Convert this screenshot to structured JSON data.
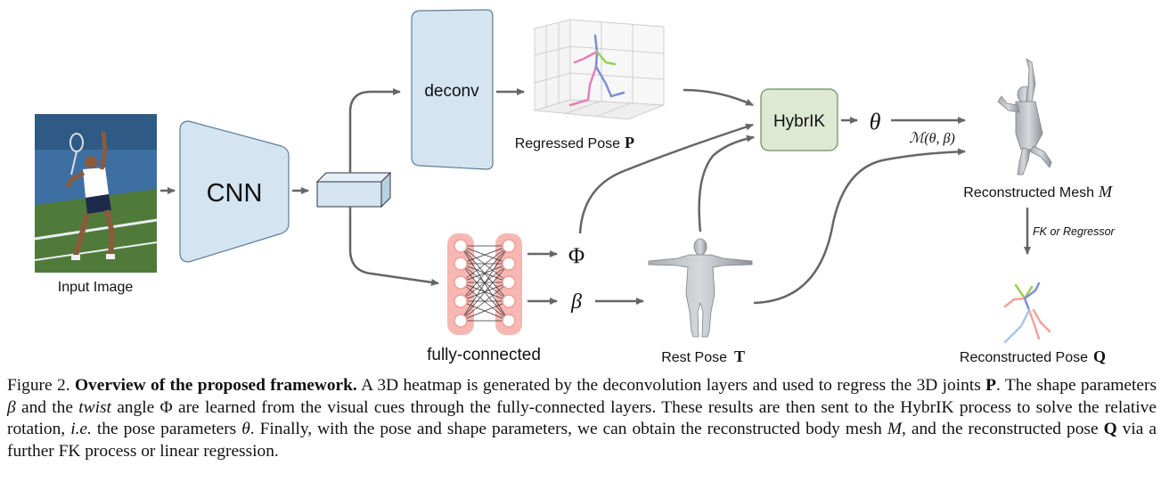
{
  "figure": {
    "input_image_label": "Input Image",
    "cnn_label": "CNN",
    "deconv_label": "deconv",
    "regressed_pose_label": "Regressed Pose",
    "regressed_pose_symbol": "P",
    "hybrik_label": "HybrIK",
    "theta_symbol": "θ",
    "mesh_function_label": "ℳ(θ, β)",
    "reconstructed_mesh_label": "Reconstructed Mesh",
    "reconstructed_mesh_symbol": "M",
    "fk_label": "FK or Regressor",
    "phi_symbol": "Φ",
    "beta_symbol": "β",
    "fully_connected_label": "fully-connected",
    "rest_pose_label": "Rest Pose",
    "rest_pose_symbol": "T",
    "reconstructed_pose_label": "Reconstructed Pose",
    "reconstructed_pose_symbol": "Q"
  },
  "caption": {
    "figure_number": "Figure 2.",
    "title": "Overview of the proposed framework.",
    "s1": "A 3D heatmap is generated by the deconvolution layers and used to regress the 3D joints",
    "s1_sym": "P",
    "s2a": ". The shape parameters",
    "s2_beta": "β",
    "s2b": "and the",
    "s2_twist": "twist",
    "s2c": "angle",
    "s2_phi": "Φ",
    "s2d": "are learned from the visual cues through the fully-connected layers. These results are then sent to the HybrIK process to solve the relative rotation,",
    "s2_ie": "i.e.",
    "s2e": "the pose parameters",
    "s2_theta": "θ",
    "s2f": ". Finally, with the pose and shape parameters, we can obtain the reconstructed body mesh",
    "s2_M": "M",
    "s2g": ", and the reconstructed pose",
    "s2_Q": "Q",
    "s2h": "via a further FK process or linear regression."
  },
  "colors": {
    "block_blue": "#d4e4f1",
    "hybrik_green": "#dde9d3",
    "fc_pink": "#f7b7b3",
    "arrow_gray": "#666666",
    "court_blue": "#3d6fa2",
    "court_green": "#4f7a3a"
  }
}
